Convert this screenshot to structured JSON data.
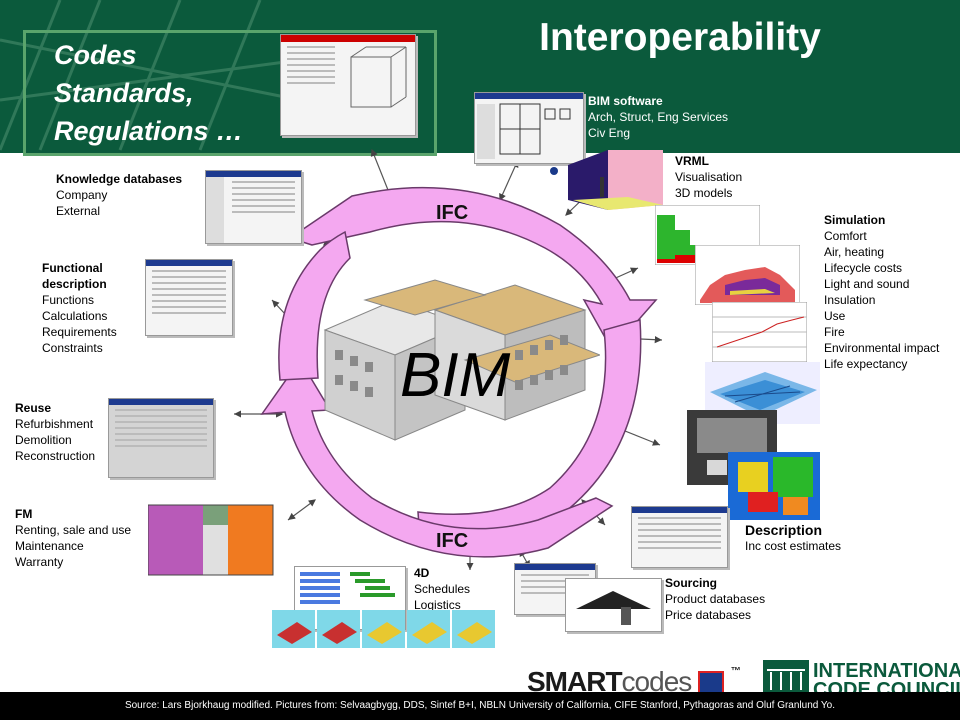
{
  "header": {
    "title": "Interoperability",
    "codes_line1": "Codes",
    "codes_line2": "Standards,",
    "codes_line3": "Regulations …"
  },
  "center": {
    "bim_label": "BIM",
    "ifc_top": "IFC",
    "ifc_bottom": "IFC"
  },
  "groups": {
    "bim_software": {
      "title": "BIM software",
      "items": [
        "Arch, Struct, Eng Services",
        "Civ Eng"
      ]
    },
    "vrml": {
      "title": "VRML",
      "items": [
        "Visualisation",
        "3D models"
      ]
    },
    "simulation": {
      "title": "Simulation",
      "items": [
        "Comfort",
        "Air, heating",
        "Lifecycle costs",
        "Light and sound",
        "Insulation",
        "Use",
        "Fire",
        "Environmental impact",
        "Life expectancy"
      ]
    },
    "knowledge": {
      "title": "Knowledge databases",
      "items": [
        "Company",
        "External"
      ]
    },
    "functional": {
      "title": "Functional description",
      "title_line1": "Functional",
      "title_line2": "description",
      "items": [
        "Functions",
        "Calculations",
        "Requirements",
        "Constraints"
      ]
    },
    "reuse": {
      "title": "Reuse",
      "items": [
        "Refurbishment",
        "Demolition",
        "Reconstruction"
      ]
    },
    "fm": {
      "title": "FM",
      "items": [
        "Renting, sale and use",
        "Maintenance",
        "Warranty"
      ]
    },
    "four_d": {
      "title": "4D",
      "items": [
        "Schedules",
        "Logistics"
      ]
    },
    "sourcing": {
      "title": "Sourcing",
      "items": [
        "Product databases",
        "Price databases"
      ]
    },
    "description": {
      "title": "Description",
      "items": [
        "Inc cost estimates"
      ]
    }
  },
  "footer": {
    "source": "Source: Lars Bjorkhaug modified. Pictures from: Selvaagbygg, DDS, Sintef B+I, NBLN University of California, CIFE Stanford, Pythagoras and Oluf Granlund Yo.",
    "smartcodes_smart": "SMART",
    "smartcodes_codes": "codes",
    "tm": "™",
    "icc_line1": "INTERNATIONAL",
    "icc_line2": "CODE COUNCIL®"
  },
  "colors": {
    "header_green": "#0b5a3c",
    "arrow_pink": "#f4a8f0",
    "arrow_outline": "#6a3a6a"
  }
}
